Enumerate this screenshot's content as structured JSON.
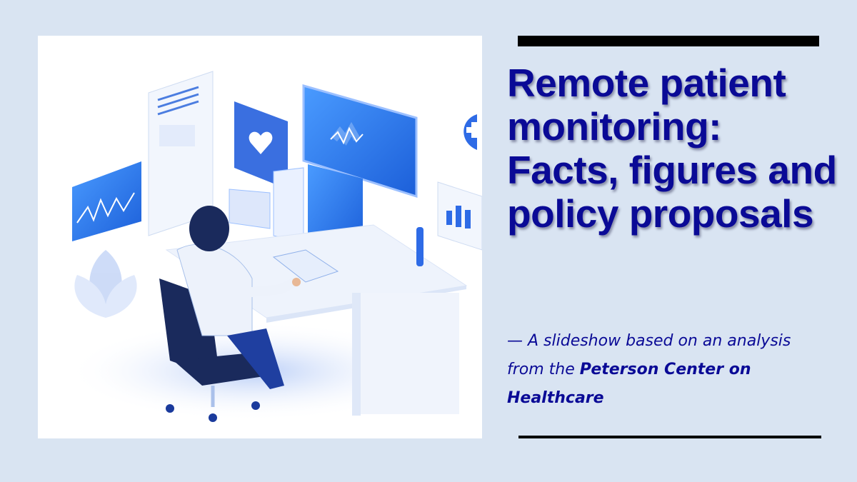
{
  "slide": {
    "title": "Remote patient monitoring: Facts, figures and policy proposals",
    "subtitle": {
      "prefix": "— A slideshow based on an analysis from the ",
      "org": "Peterson Center on Healthcare"
    },
    "illustration": {
      "alt": "Isometric illustration of a doctor at a desk with computer monitors showing heart rate and health data"
    },
    "colors": {
      "background": "#d9e4f2",
      "title": "#0a0a96",
      "rule": "#000000",
      "illustration_blue": "#2e6be6",
      "illustration_navy": "#1a2a5c"
    }
  }
}
